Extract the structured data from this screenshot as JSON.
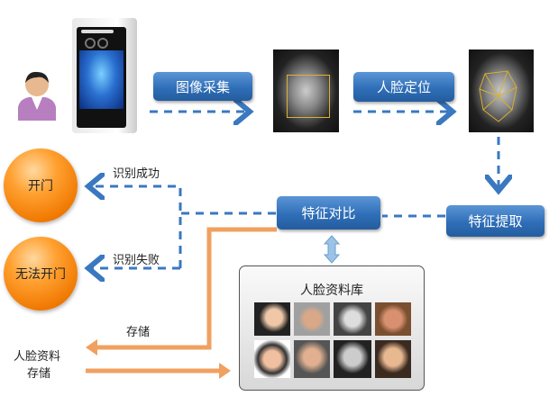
{
  "steps": {
    "capture": "图像采集",
    "locate": "人脸定位",
    "extract": "特征提取",
    "compare": "特征对比"
  },
  "outcomes": {
    "open": "开门",
    "cannot_open": "无法开门",
    "success_label": "识别成功",
    "fail_label": "识别失败"
  },
  "storage": {
    "store_label": "存储",
    "source_line1": "人脸资料",
    "source_line2": "存储"
  },
  "library": {
    "title": "人脸资料库"
  },
  "colors": {
    "blue": "#3a78c0",
    "orange": "#f0a060"
  }
}
